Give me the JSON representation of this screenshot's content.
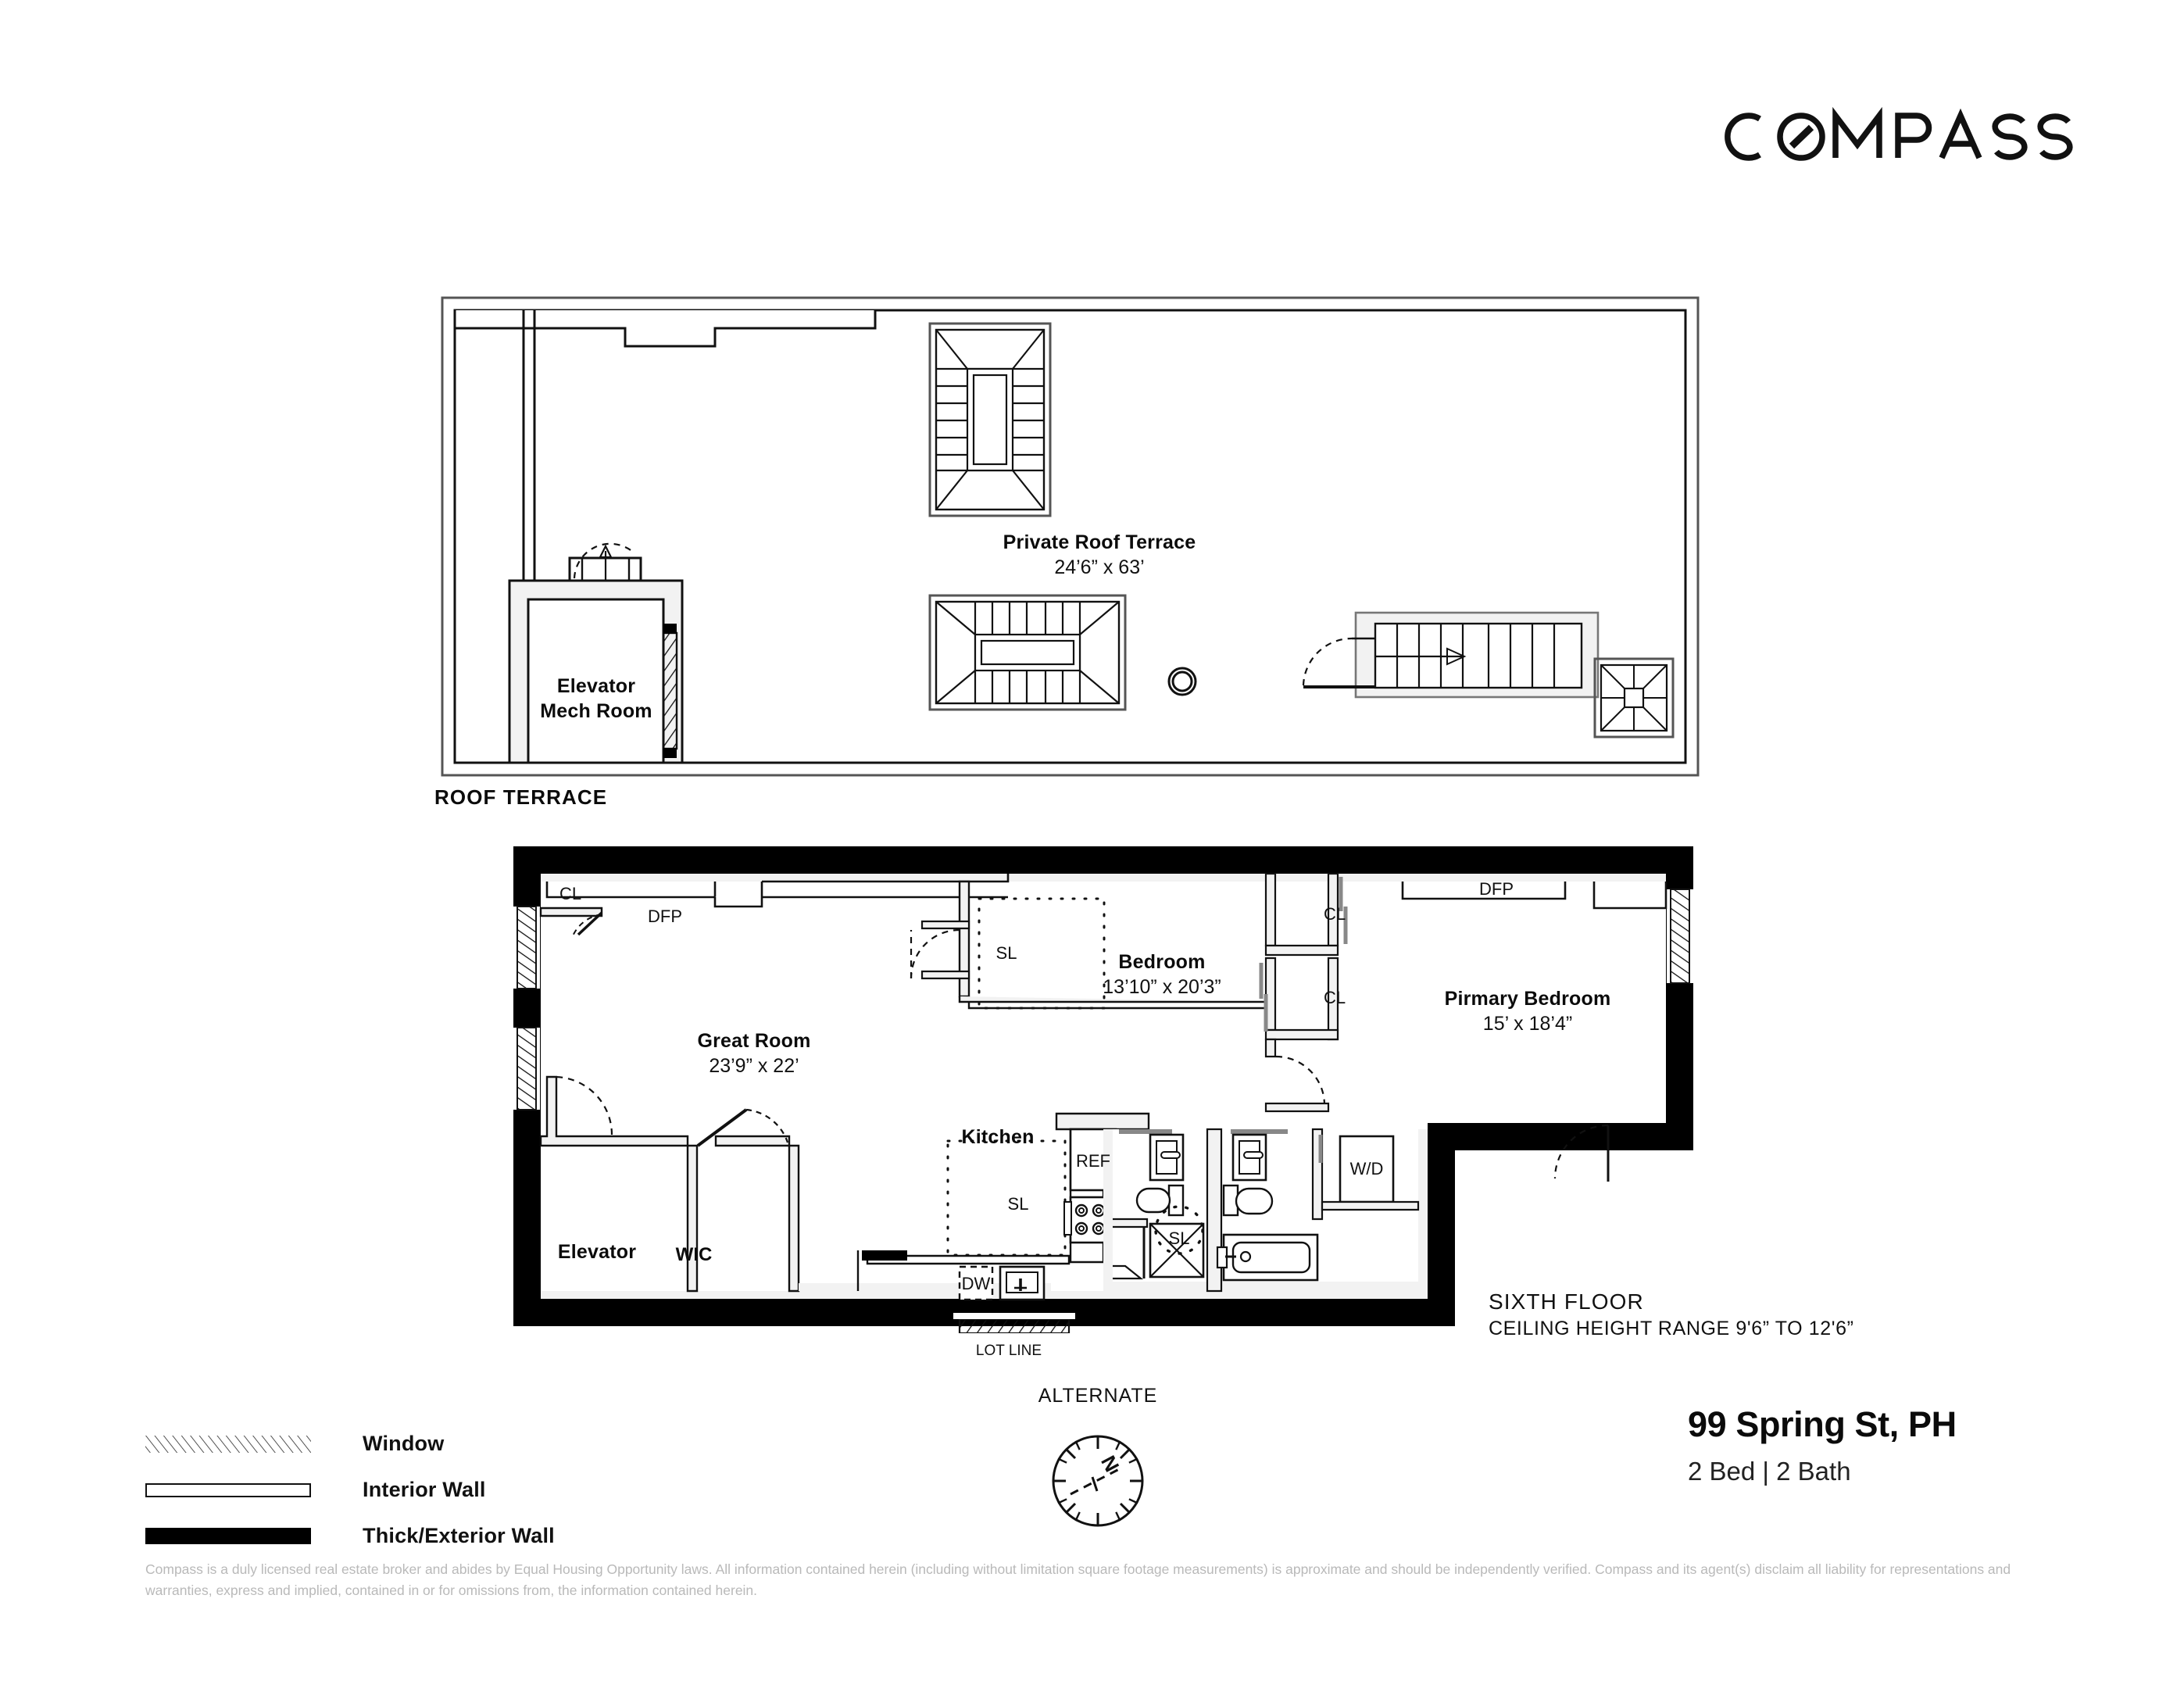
{
  "brand": {
    "name": "COMPASS"
  },
  "sections": {
    "roof_terrace_title": "ROOF TERRACE",
    "floor_title": "SIXTH FLOOR",
    "floor_subtitle": "CEILING HEIGHT RANGE 9'6” TO 12'6”",
    "alternate_label": "ALTERNATE",
    "lot_line_label": "LOT LINE"
  },
  "roof_plan": {
    "rooms": [
      {
        "name": "Private Roof Terrace",
        "dim": "24’6” x 63’"
      },
      {
        "name": "Elevator",
        "name2": "Mech Room",
        "dim": ""
      }
    ]
  },
  "floor_plan": {
    "rooms": [
      {
        "name": "Great Room",
        "dim": "23’9” x 22’"
      },
      {
        "name": "Bedroom",
        "dim": "13’10” x 20’3”"
      },
      {
        "name": "Pirmary Bedroom",
        "dim": "15’ x 18’4”"
      },
      {
        "name": "Kitchen",
        "dim": ""
      },
      {
        "name": "Elevator",
        "dim": ""
      },
      {
        "name": "WIC",
        "dim": ""
      }
    ],
    "tags": {
      "closet": "CL",
      "dfp": "DFP",
      "skylight": "SL",
      "refrigerator": "REF",
      "dishwasher": "DW",
      "washer_dryer": "W/D"
    }
  },
  "legend": {
    "items": [
      {
        "label": "Window",
        "swatch": "window-hatch"
      },
      {
        "label": "Interior Wall",
        "swatch": "interior-outline"
      },
      {
        "label": "Thick/Exterior Wall",
        "swatch": "solid-black"
      }
    ]
  },
  "compass": {
    "north_letter": "N"
  },
  "title_block": {
    "address": "99 Spring St, PH",
    "beds_baths": "2 Bed | 2 Bath"
  },
  "disclaimer": "Compass is a duly licensed real estate broker and abides by Equal Housing Opportunity laws. All information contained herein (including without limitation square footage measurements) is approximate and should be independently verified. Compass and its agent(s) disclaim all liability for representations and warranties, express and implied, contained in or for omissions from, the information contained herein.",
  "colors": {
    "ink": "#111111",
    "wall_thick": "#000000",
    "wall_fill": "#f2f2f2",
    "disclaimer_grey": "#b9b9b9"
  }
}
